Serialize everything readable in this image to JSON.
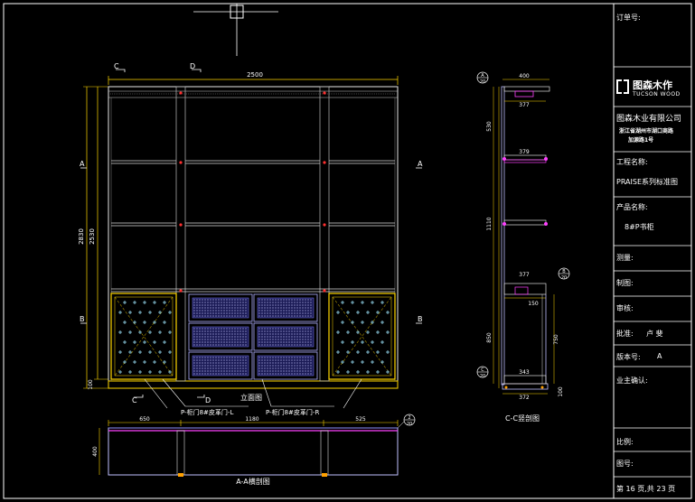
{
  "drawing": {
    "front_view": {
      "title": "立面图",
      "width_dim": "2500",
      "height_dim_outer": "2830",
      "height_dim_inner": "2530",
      "base_dim": "100",
      "section_a_left": "A",
      "section_a_right": "A",
      "section_b_left": "B",
      "section_b_right": "B",
      "section_c_top": "C",
      "section_d_top": "D",
      "section_c_bottom": "C",
      "section_d_bottom": "D",
      "callout_left": "P-柜门8#皮革门-L",
      "callout_right": "P-柜门8#皮革门-R"
    },
    "plan_section": {
      "title": "A-A横剖图",
      "dim_left": "650",
      "dim_mid": "1180",
      "dim_right": "525",
      "dim_depth": "400",
      "marker_top": "2",
      "marker_bottom": "20"
    },
    "side_section": {
      "title": "C-C竖剖图",
      "dim_top": "400",
      "dim_377_a": "377",
      "dim_379": "379",
      "dim_377_b": "377",
      "dim_150": "150",
      "dim_343": "343",
      "dim_372": "372",
      "dim_530": "530",
      "dim_1110": "1110",
      "dim_850": "850",
      "dim_750": "750",
      "dim_100": "100",
      "marker_a_top": "A",
      "marker_a_bot": "20",
      "marker_b_top": "B",
      "marker_b_bot": "20",
      "marker_c_top": "C",
      "marker_c_bot": "20"
    }
  },
  "title_block": {
    "order_label": "订单号:",
    "logo_cn": "图森木作",
    "logo_en": "TUCSON WOOD",
    "company": "图森木业有限公司",
    "address_1": "浙江省湖州市湖口商路",
    "address_2": "加源路1号",
    "project_label": "工程名称:",
    "project_value": "PRAISE系列标准图",
    "product_label": "产品名称:",
    "product_value": "8#P书柜",
    "measure_label": "测量:",
    "drawn_label": "制图:",
    "review_label": "审核:",
    "approve_label": "批准:",
    "approve_value": "卢   斐",
    "version_label": "版本号:",
    "version_value": "A",
    "owner_label": "业主确认:",
    "scale_label": "比例:",
    "drawing_no_label": "图号:",
    "page_info": "第 16 页,共 23 页"
  }
}
